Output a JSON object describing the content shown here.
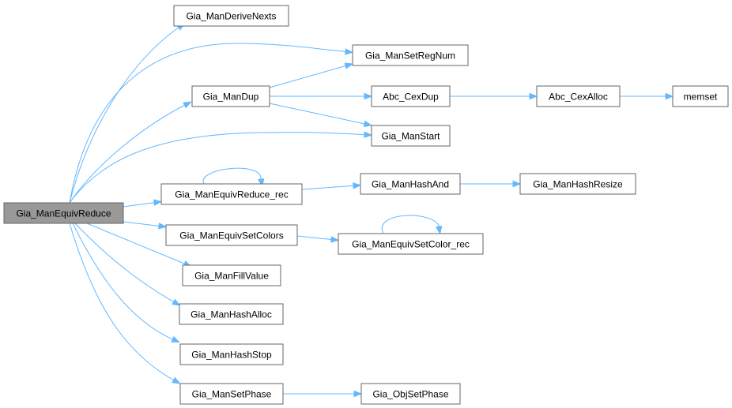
{
  "graph": {
    "colors": {
      "edge": "#63b8ff",
      "node_border": "#666666",
      "node_fill": "#ffffff",
      "root_fill": "#999999"
    },
    "nodes": [
      {
        "id": "n0",
        "label": "Gia_ManEquivReduce",
        "root": true
      },
      {
        "id": "n1",
        "label": "Gia_ManDeriveNexts"
      },
      {
        "id": "n2",
        "label": "Gia_ManSetRegNum"
      },
      {
        "id": "n3",
        "label": "Gia_ManDup"
      },
      {
        "id": "n4",
        "label": "Abc_CexDup"
      },
      {
        "id": "n5",
        "label": "Abc_CexAlloc"
      },
      {
        "id": "n6",
        "label": "memset"
      },
      {
        "id": "n7",
        "label": "Gia_ManStart"
      },
      {
        "id": "n8",
        "label": "Gia_ManEquivReduce_rec"
      },
      {
        "id": "n9",
        "label": "Gia_ManHashAnd"
      },
      {
        "id": "n10",
        "label": "Gia_ManHashResize"
      },
      {
        "id": "n11",
        "label": "Gia_ManEquivSetColors"
      },
      {
        "id": "n12",
        "label": "Gia_ManEquivSetColor_rec"
      },
      {
        "id": "n13",
        "label": "Gia_ManFillValue"
      },
      {
        "id": "n14",
        "label": "Gia_ManHashAlloc"
      },
      {
        "id": "n15",
        "label": "Gia_ManHashStop"
      },
      {
        "id": "n16",
        "label": "Gia_ManSetPhase"
      },
      {
        "id": "n17",
        "label": "Gia_ObjSetPhase"
      }
    ],
    "edges": [
      {
        "from": "n0",
        "to": "n1"
      },
      {
        "from": "n0",
        "to": "n2"
      },
      {
        "from": "n0",
        "to": "n3"
      },
      {
        "from": "n0",
        "to": "n7"
      },
      {
        "from": "n0",
        "to": "n8"
      },
      {
        "from": "n0",
        "to": "n11"
      },
      {
        "from": "n0",
        "to": "n13"
      },
      {
        "from": "n0",
        "to": "n14"
      },
      {
        "from": "n0",
        "to": "n15"
      },
      {
        "from": "n0",
        "to": "n16"
      },
      {
        "from": "n3",
        "to": "n2"
      },
      {
        "from": "n3",
        "to": "n4"
      },
      {
        "from": "n3",
        "to": "n7"
      },
      {
        "from": "n4",
        "to": "n5"
      },
      {
        "from": "n5",
        "to": "n6"
      },
      {
        "from": "n8",
        "to": "n8"
      },
      {
        "from": "n8",
        "to": "n9"
      },
      {
        "from": "n9",
        "to": "n10"
      },
      {
        "from": "n11",
        "to": "n12"
      },
      {
        "from": "n12",
        "to": "n12"
      },
      {
        "from": "n16",
        "to": "n17"
      }
    ]
  }
}
